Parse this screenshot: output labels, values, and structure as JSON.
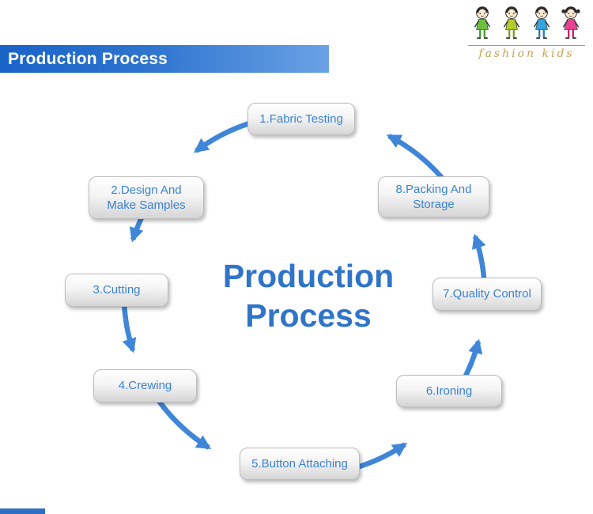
{
  "header": {
    "title": "Production Process"
  },
  "logo": {
    "brand": "fashion kids",
    "kids": [
      {
        "name": "kid-green",
        "color": "#6cbf3f",
        "pants": "#3f9a2f"
      },
      {
        "name": "kid-lime",
        "color": "#b5cc2e",
        "pants": "#7a9a22"
      },
      {
        "name": "kid-blue",
        "color": "#35a3dc",
        "pants": "#1f7db0"
      },
      {
        "name": "kid-pink",
        "color": "#e84393",
        "pants": "#c2185b"
      }
    ]
  },
  "diagram": {
    "center_title": {
      "line1": "Production",
      "line2": "Process"
    },
    "flow_direction": "counter-clockwise",
    "accent_color": "#3f86d8",
    "steps": [
      {
        "id": 1,
        "label": "1.Fabric Testing",
        "lines": [
          "1.Fabric Testing"
        ]
      },
      {
        "id": 2,
        "label": "2.Design And Make Samples",
        "lines": [
          "2.Design And",
          "Make Samples"
        ]
      },
      {
        "id": 3,
        "label": "3.Cutting",
        "lines": [
          "3.Cutting"
        ]
      },
      {
        "id": 4,
        "label": "4.Crewing",
        "lines": [
          "4.Crewing"
        ]
      },
      {
        "id": 5,
        "label": "5.Button Attaching",
        "lines": [
          "5.Button Attaching"
        ]
      },
      {
        "id": 6,
        "label": "6.Ironing",
        "lines": [
          "6.Ironing"
        ]
      },
      {
        "id": 7,
        "label": "7.Quality Control",
        "lines": [
          "7.Quality Control"
        ]
      },
      {
        "id": 8,
        "label": "8.Packing And Storage",
        "lines": [
          "8.Packing And",
          "Storage"
        ]
      }
    ]
  },
  "colors": {
    "header_gradient_start": "#1a64c8",
    "header_gradient_end": "#6aa2e4",
    "step_text": "#3b82d4",
    "title_text": "#2f74c9",
    "brand_text": "#c9a14d"
  }
}
